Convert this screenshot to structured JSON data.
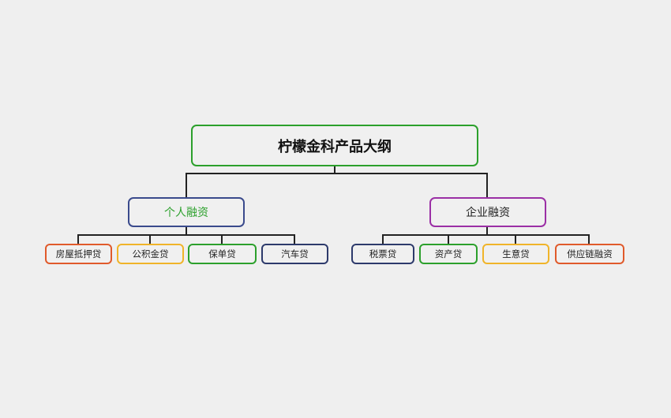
{
  "diagram": {
    "type": "mind-map",
    "root": {
      "label": "柠檬金科产品大纲",
      "color": "#2ca02c"
    },
    "branches": [
      {
        "label": "个人融资",
        "color": "#3a4a8c",
        "text_color": "#2ca02c",
        "children": [
          {
            "label": "房屋抵押贷",
            "color": "#e05a2b"
          },
          {
            "label": "公积金贷",
            "color": "#f0b429"
          },
          {
            "label": "保单贷",
            "color": "#2ca02c"
          },
          {
            "label": "汽车贷",
            "color": "#2d3a6b"
          }
        ]
      },
      {
        "label": "企业融资",
        "color": "#9b2fa5",
        "text_color": "#222222",
        "children": [
          {
            "label": "税票贷",
            "color": "#2d3a6b"
          },
          {
            "label": "资产贷",
            "color": "#2ca02c"
          },
          {
            "label": "生意贷",
            "color": "#f0b429"
          },
          {
            "label": "供应链融资",
            "color": "#e05a2b"
          }
        ]
      }
    ]
  }
}
